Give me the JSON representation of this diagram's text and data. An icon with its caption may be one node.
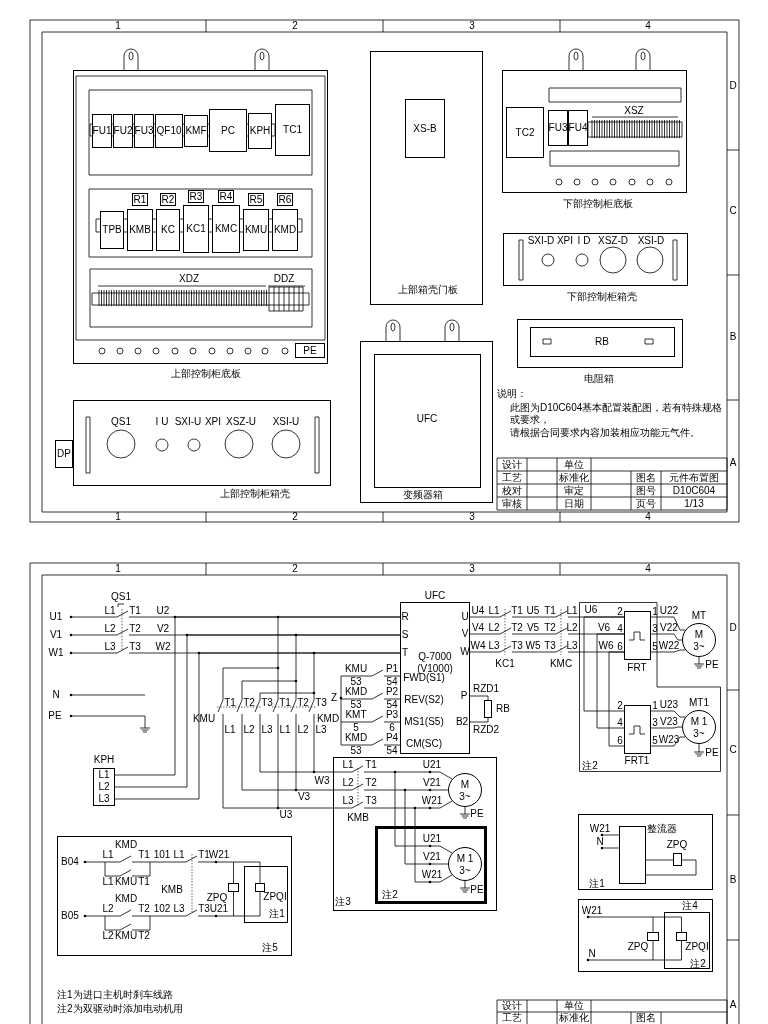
{
  "diagram": {
    "nodes": [
      {
        "text": [
          "上部控制柜底板"
        ]
      },
      {
        "text": [
          "FU1"
        ],
        "in": 0
      },
      {
        "text": [
          "FU2"
        ],
        "in": 0
      },
      {
        "text": [
          "FU3"
        ],
        "in": 0
      },
      {
        "text": [
          "QF10"
        ],
        "in": 0
      },
      {
        "text": [
          "KMF"
        ],
        "in": 0
      },
      {
        "text": [
          "PC"
        ],
        "in": 0
      },
      {
        "text": [
          "KPH"
        ],
        "in": 0
      },
      {
        "text": [
          "TC1"
        ],
        "in": 0
      },
      {
        "text": [
          "R1"
        ],
        "in": 0
      },
      {
        "text": [
          "R2"
        ],
        "in": 0
      },
      {
        "text": [
          "R3"
        ],
        "in": 0
      },
      {
        "text": [
          "R4"
        ],
        "in": 0
      },
      {
        "text": [
          "R5"
        ],
        "in": 0
      },
      {
        "text": [
          "R6"
        ],
        "in": 0
      },
      {
        "text": [
          "TPB"
        ],
        "in": 0
      },
      {
        "text": [
          "KMB"
        ],
        "in": 0
      },
      {
        "text": [
          "KC"
        ],
        "in": 0
      },
      {
        "text": [
          "KC1"
        ],
        "in": 0
      },
      {
        "text": [
          "KMC"
        ],
        "in": 0
      },
      {
        "text": [
          "KMU"
        ],
        "in": 0
      },
      {
        "text": [
          "KMD"
        ],
        "in": 0
      },
      {
        "text": [
          "PE"
        ],
        "in": 0
      },
      {
        "text": [
          "上部控制柜箱壳"
        ]
      },
      {
        "text": [
          "DP"
        ]
      },
      {
        "text": [
          "上部箱壳门板"
        ]
      },
      {
        "text": [
          "XS-B"
        ],
        "in": 25
      },
      {
        "text": [
          "下部控制柜底板"
        ]
      },
      {
        "text": [
          "TC2"
        ],
        "in": 27
      },
      {
        "text": [
          "FU3"
        ],
        "in": 27
      },
      {
        "text": [
          "FU4"
        ],
        "in": 27
      },
      {
        "text": [
          "下部控制柜箱壳"
        ]
      },
      {
        "text": [
          "电阻箱"
        ]
      },
      {
        "text": [
          "RB"
        ],
        "in": 32
      },
      {
        "text": [
          "变频器箱"
        ]
      },
      {
        "text": [
          "UFC"
        ],
        "in": 34
      },
      {
        "text": [
          "KPH",
          "L1",
          "L2",
          "L3"
        ]
      },
      {
        "text": [
          "UFC",
          "R",
          "S",
          "T",
          "U",
          "V",
          "W",
          "Q-7000 (V1000)",
          "FWD(S1)",
          "REV(S2)",
          "MS1(S5)",
          "CM(SC)",
          "P",
          "B2"
        ]
      },
      {
        "text": [
          "RB"
        ]
      },
      {
        "text": [
          "注2"
        ]
      },
      {
        "text": [
          "FRT"
        ],
        "in": 39
      },
      {
        "text": [
          "FRT1"
        ],
        "in": 39
      },
      {
        "text": [
          "MT",
          "M",
          "3~"
        ]
      },
      {
        "text": [
          "MT1",
          "M 1",
          "3~"
        ],
        "in": 39
      },
      {
        "text": [
          "注3"
        ]
      },
      {
        "text": [
          "M",
          "3~"
        ],
        "in": 44
      },
      {
        "text": [
          "注2"
        ],
        "in": 44
      },
      {
        "text": [
          "M 1",
          "3~"
        ],
        "in": 46
      },
      {
        "text": [
          "注5"
        ]
      },
      {
        "text": [
          "ZPQ"
        ],
        "in": 48
      },
      {
        "text": [
          "注1"
        ],
        "in": 48
      },
      {
        "text": [
          "ZPQI"
        ],
        "in": 50
      },
      {
        "text": [
          "注1"
        ]
      },
      {
        "text": [
          "整流器"
        ],
        "in": 52
      },
      {
        "text": [
          "ZPQ"
        ],
        "in": 52
      },
      {
        "text": [
          "注4"
        ]
      },
      {
        "text": [
          "ZPQ"
        ],
        "in": 55
      },
      {
        "text": [
          "注2"
        ],
        "in": 55
      },
      {
        "text": [
          "ZPQI"
        ],
        "in": 57
      }
    ],
    "edges": [
      {
        "from": 37,
        "to": 38,
        "arrow": "none"
      },
      {
        "from": 37,
        "to": 38,
        "arrow": "none"
      },
      {
        "from": 40,
        "to": 42,
        "arrow": "none"
      },
      {
        "from": 40,
        "to": 42,
        "arrow": "none"
      },
      {
        "from": 40,
        "to": 42,
        "arrow": "none"
      },
      {
        "from": 41,
        "to": 43,
        "arrow": "none"
      },
      {
        "from": 41,
        "to": 43,
        "arrow": "none"
      },
      {
        "from": 41,
        "to": 43,
        "arrow": "none"
      },
      {
        "from": 40,
        "to": 41,
        "arrow": "none"
      },
      {
        "from": 40,
        "to": 41,
        "arrow": "none"
      },
      {
        "from": 40,
        "to": 41,
        "arrow": "none"
      },
      {
        "from": 53,
        "to": 54,
        "arrow": "none"
      },
      {
        "from": 53,
        "to": 54,
        "arrow": "none"
      },
      {
        "from": 49,
        "to": 51,
        "arrow": "none"
      },
      {
        "from": 49,
        "to": 51,
        "arrow": "none"
      },
      {
        "from": 56,
        "to": 58,
        "arrow": "none"
      },
      {
        "from": 56,
        "to": 58,
        "arrow": "none"
      },
      {
        "from": 36,
        "to": 37,
        "arrow": "none"
      },
      {
        "from": 36,
        "to": 37,
        "arrow": "none"
      },
      {
        "from": 36,
        "to": 37,
        "arrow": "none"
      },
      {
        "from": 45,
        "to": 47,
        "arrow": "none"
      },
      {
        "from": 45,
        "to": 47,
        "arrow": "none"
      },
      {
        "from": 45,
        "to": 47,
        "arrow": "none"
      }
    ],
    "labels": [
      "1",
      "2",
      "3",
      "4",
      "D",
      "C",
      "B",
      "A",
      "1",
      "2",
      "3",
      "4",
      "XDZ",
      "DDZ",
      "QS1",
      "I U",
      "SXI-U",
      "XPI",
      "XSZ-U",
      "XSI-U",
      "XSZ",
      "SXI-D",
      "XPI",
      "I D",
      "XSZ-D",
      "XSI-D",
      "说明：",
      "此图为D10C604基本配置装配图，若有特殊规格或要求，",
      "请根据合同要求内容加装相应功能元气件。",
      "设计",
      "单位",
      "工艺",
      "标准化",
      "图名",
      "元件布置图",
      "校对",
      "审定",
      "图号",
      "D10C604",
      "审核",
      "日期",
      "页号",
      "1/13",
      "1",
      "2",
      "3",
      "4",
      "D",
      "C",
      "B",
      "A",
      "U1",
      "V1",
      "W1",
      "N",
      "PE",
      "QS1",
      "L1",
      "T1",
      "U2",
      "L2",
      "T2",
      "V2",
      "L3",
      "T3",
      "W2",
      "T1",
      "T2",
      "T3",
      "T1",
      "T2",
      "T3",
      "KMU",
      "KMD",
      "L1",
      "L2",
      "L3",
      "L1",
      "L2",
      "L3",
      "W3",
      "V3",
      "U3",
      "Z",
      "KMU",
      "53",
      "54",
      "P1",
      "KMD",
      "53",
      "54",
      "P2",
      "KMT",
      "5",
      "6",
      "P3",
      "KMD",
      "53",
      "54",
      "P4",
      "RZD1",
      "RZD2",
      "U4",
      "V4",
      "W4",
      "L1",
      "T1",
      "U5",
      "L2",
      "T2",
      "V5",
      "L3",
      "T3",
      "W5",
      "KC1",
      "T1",
      "L1",
      "T2",
      "L2",
      "T3",
      "L3",
      "KMC",
      "U6",
      "V6",
      "W6",
      "2",
      "4",
      "6",
      "1",
      "3",
      "5",
      "U22",
      "V22",
      "W22",
      "PE",
      "2",
      "4",
      "6",
      "1",
      "3",
      "5",
      "U23",
      "V23",
      "W23",
      "PE",
      "L1",
      "T1",
      "L2",
      "T2",
      "L3",
      "T3",
      "KMB",
      "U21",
      "V21",
      "W21",
      "PE",
      "U21",
      "V21",
      "W21",
      "PE",
      "B04",
      "L1",
      "KMD",
      "T1",
      "101",
      "L1",
      "T1",
      "W21",
      "L1",
      "KMU",
      "T1",
      "KMB",
      "B05",
      "L2",
      "KMD",
      "T2",
      "102",
      "L3",
      "T3",
      "U21",
      "L2",
      "KMU",
      "T2",
      "W21",
      "N",
      "W21",
      "N",
      "注1为进口主机时刹车线路",
      "注2为双驱动时添加电动机用",
      "设计",
      "单位",
      "工艺",
      "标准化",
      "图名"
    ]
  }
}
